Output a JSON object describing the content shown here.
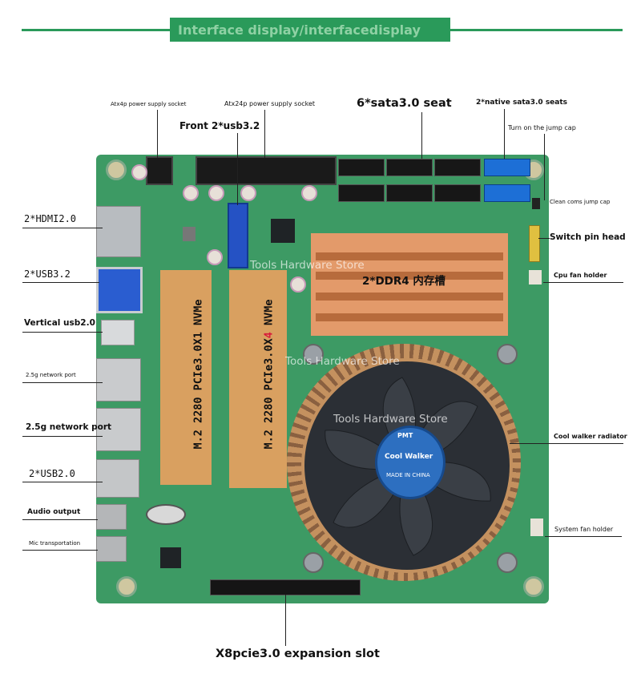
{
  "header": {
    "title": "Interface display/interfacedisplay"
  },
  "labels": {
    "atx4p": "Atx4p power supply socket",
    "atx24p": "Atx24p power supply socket",
    "sata_seat": "6*sata3.0 seat",
    "native_sata": "2*native sata3.0 seats",
    "jump_cap": "Turn on the jump cap",
    "front_usb": "Front 2*usb3.2",
    "clean_cmos": "Clean coms jump cap",
    "hdmi": "2*HDMI2.0",
    "switch_pin": "Switch pin head",
    "usb32": "2*USB3.2",
    "cpu_fan": "Cpu fan holder",
    "vertical_usb": "Vertical usb2.0",
    "net_small": "2.5g network port",
    "net": "2.5g network port",
    "radiator": "Cool walker radiator",
    "usb20": "2*USB2.0",
    "audio": "Audio output",
    "mic": "Mic transportation",
    "system_fan": "System fan holder",
    "expansion": "X8pcie3.0 expansion slot"
  },
  "board": {
    "ddr": "2*DDR4 内存槽",
    "m2_left": "M.2 2280 PCIe3.0X1 NVMe",
    "m2_right_a": "M.2 2280 PCIe3.0X",
    "m2_right_b": "4",
    "m2_right_c": " NVMe",
    "fan_brand": "Cool Walker",
    "fan_made": "MADE IN CHINA",
    "fan_logo": "PMT",
    "watermark": "Tools Hardware Store"
  },
  "colors": {
    "pcb": "#3d9a64",
    "accent_line": "#2a9a5a",
    "copper": "#c4915f",
    "fan_blade": "#2b2f35",
    "fan_hub": "#2d6fc0",
    "highlight": "#e39a6a"
  }
}
